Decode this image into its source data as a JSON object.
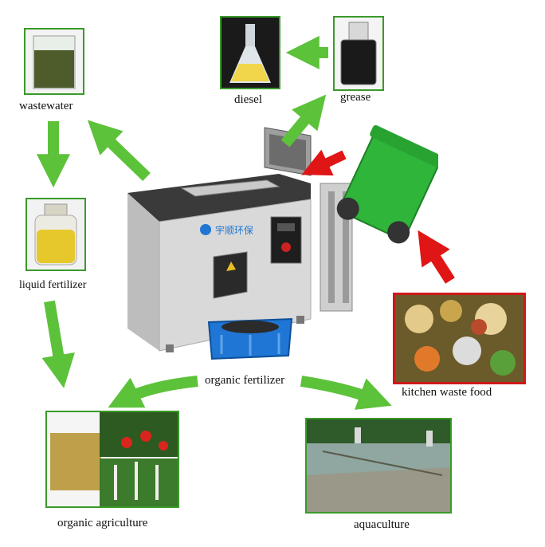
{
  "nodes": {
    "wastewater": "wastewater",
    "diesel": "diesel",
    "grease": "grease",
    "liquid_fertilizer": "liquid fertilizer",
    "organic_fertilizer": "organic fertilizer",
    "kitchen_waste_food": "kitchen waste food",
    "organic_agriculture": "organic agriculture",
    "aquaculture": "aquaculture"
  },
  "machine_logo_text": "宇顺环保",
  "colors": {
    "arrow_green": "#5cc23a",
    "arrow_red": "#e01515",
    "machine_body": "#d8d8d8",
    "bin_green": "#2fb53a",
    "tray_blue": "#1f76d4"
  }
}
